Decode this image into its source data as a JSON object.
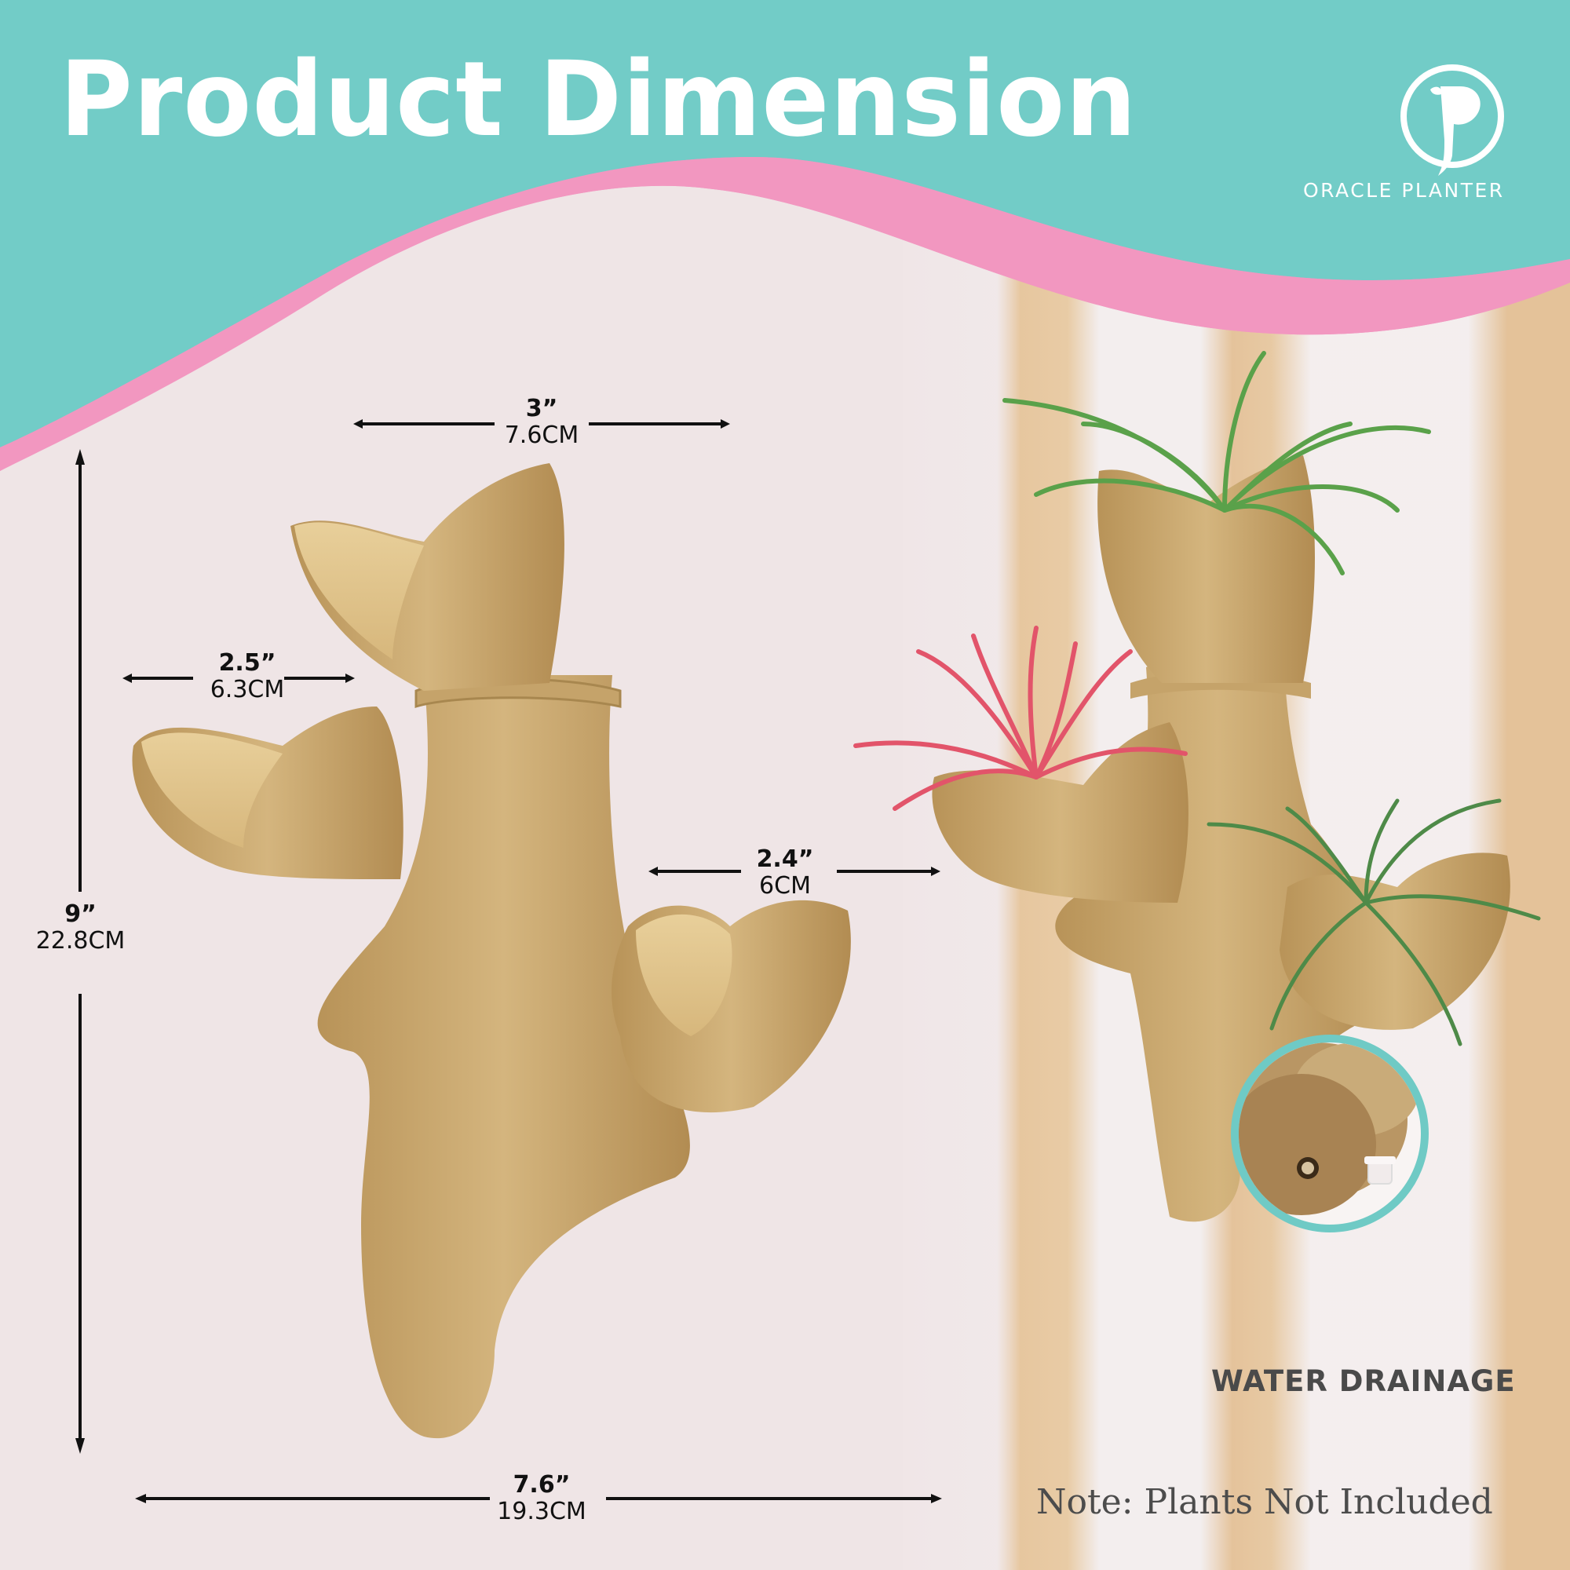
{
  "header": {
    "title": "Product Dimension",
    "brand": "ORACLE PLANTER"
  },
  "colors": {
    "teal": "#72ccc7",
    "pink": "#f297c0",
    "background": "#efe5e6",
    "planter": "#c9a56a",
    "text_dark": "#111111",
    "label_gray": "#4a4a4a"
  },
  "dimensions": {
    "top_pot": {
      "inches": "3”",
      "cm": "7.6CM"
    },
    "left_pot": {
      "inches": "2.5”",
      "cm": "6.3CM"
    },
    "right_pot": {
      "inches": "2.4”",
      "cm": "6CM"
    },
    "height": {
      "inches": "9”",
      "cm": "22.8CM"
    },
    "width": {
      "inches": "7.6”",
      "cm": "19.3CM"
    }
  },
  "feature": {
    "label": "WATER DRAINAGE"
  },
  "footer": {
    "note": "Note: Plants Not Included"
  }
}
